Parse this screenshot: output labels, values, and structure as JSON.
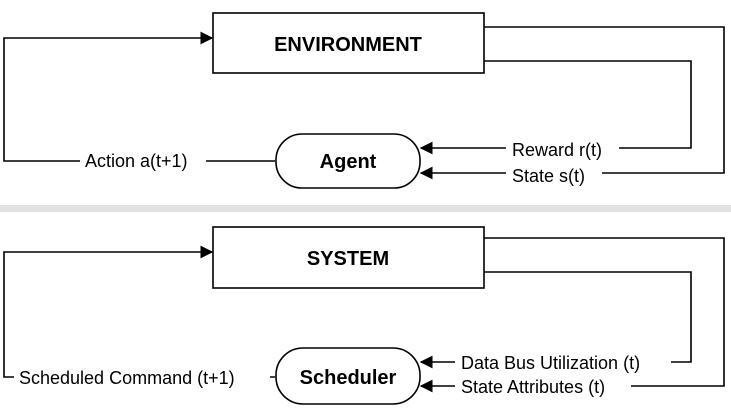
{
  "top_diagram": {
    "environment_label": "ENVIRONMENT",
    "agent_label": "Agent",
    "action_label": "Action a(t+1)",
    "reward_label": "Reward r(t)",
    "state_label": "State s(t)"
  },
  "bottom_diagram": {
    "system_label": "SYSTEM",
    "scheduler_label": "Scheduler",
    "command_label": "Scheduled Command (t+1)",
    "bus_label": "Data Bus Utilization (t)",
    "attributes_label": "State Attributes (t)"
  },
  "colors": {
    "line": "#000000",
    "separator": "#e3e3e3"
  }
}
